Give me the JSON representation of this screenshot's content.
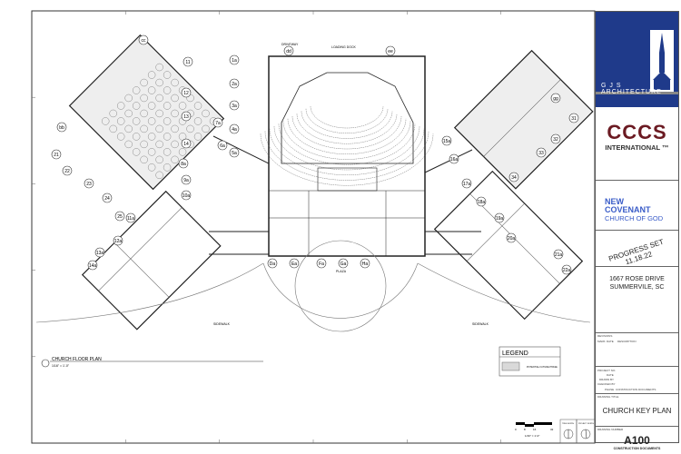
{
  "sheet": {
    "plan_title": "CHURCH FLOOR PLAN",
    "plan_scale": "1/16\" = 1'-0\"",
    "labels": {
      "driveway": "DRIVEWAY",
      "loading_dock": "LOADING DOCK",
      "plaza": "PLAZA",
      "sidewalk_left": "SIDEWALK",
      "sidewalk_right": "SIDEWALK"
    },
    "grid_bubbles": [
      "cc",
      "dd",
      "ee",
      "bb",
      "1a",
      "2a",
      "3a",
      "4a",
      "5a",
      "6a",
      "7a",
      "8a",
      "9a",
      "10a",
      "11",
      "12",
      "13",
      "14",
      "15a",
      "16a",
      "17a",
      "18a",
      "19a",
      "20a",
      "21a",
      "22a",
      "11a",
      "12a",
      "13a",
      "14a",
      "21",
      "22",
      "23",
      "24",
      "25",
      "31",
      "32",
      "33",
      "34",
      "gg",
      "Da",
      "Ea",
      "Fa",
      "Ga",
      "Ha"
    ],
    "legend": {
      "title": "LEGEND",
      "item": "POTENTIAL FUTURE PHASE",
      "swatch_color": "#d9d9d9"
    },
    "scale_bar": {
      "ticks": [
        "0",
        "8",
        "16",
        "32"
      ],
      "label": "1/16\" = 1'-0\""
    },
    "north": {
      "true": "TRUE NORTH",
      "project": "PROJECT NORTH"
    }
  },
  "title_block": {
    "architect": "G J S ARCHITECTURE",
    "architect_color": "#1f3a8a",
    "consultant": "CCCS",
    "consultant_sub": "INTERNATIONAL ™",
    "consultant_color": "#6b1a22",
    "client_line1": "NEW",
    "client_line2": "COVENANT",
    "client_line3": "CHURCH OF GOD",
    "stamp_line1": "PROGRESS SET",
    "stamp_line2": "11.18.22",
    "address_line1": "1667 ROSE DRIVE",
    "address_line2": "SUMMERVILE, SC",
    "revisions_label": "REVISIONS",
    "rev_cols": [
      "MARK",
      "DATE",
      "DESCRIPTION"
    ],
    "project_no_label": "PROJECT NO.",
    "date_label": "DATE",
    "drawn_by_label": "DRAWN BY",
    "checked_by_label": "CHECKED BY",
    "phase_label": "PHASE",
    "phase_value": "CONSTRUCTION DOCUMENTS",
    "drawing_title_label": "DRAWING TITLE",
    "drawing_title": "CHURCH KEY PLAN",
    "drawing_number_label": "DRAWING NUMBER",
    "drawing_number": "A100",
    "drawing_number_sub": "CONSTRUCTION DOCUMENTS"
  }
}
